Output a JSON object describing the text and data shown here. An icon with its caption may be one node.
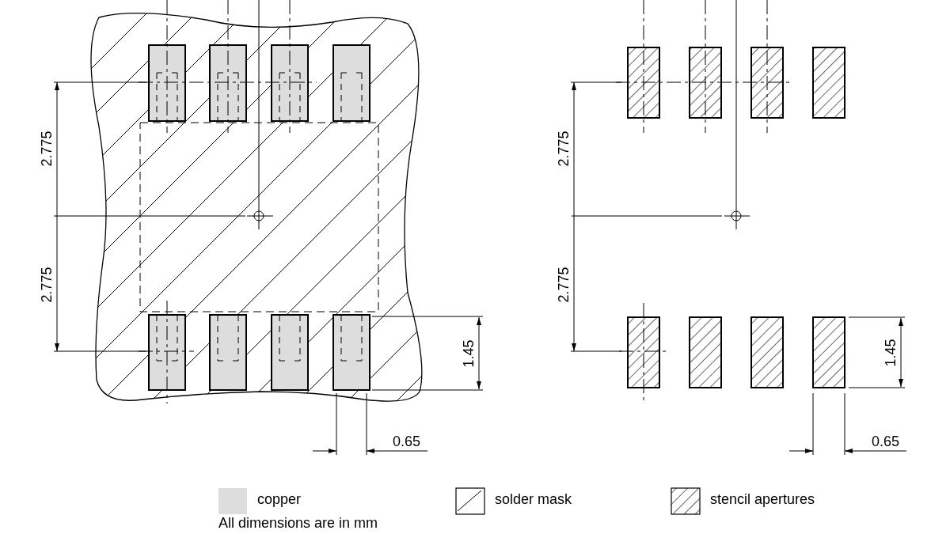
{
  "diagram": {
    "labels": [
      "2.775",
      "2.775",
      "1.45",
      "0.65",
      "2.775",
      "2.775",
      "1.45",
      "0.65",
      "All dimensions are in mm"
    ],
    "legend": [
      {
        "text": "copper",
        "color": "#dddddd"
      },
      {
        "text": "solder mask"
      },
      {
        "text": "stencil apertures"
      }
    ]
  }
}
